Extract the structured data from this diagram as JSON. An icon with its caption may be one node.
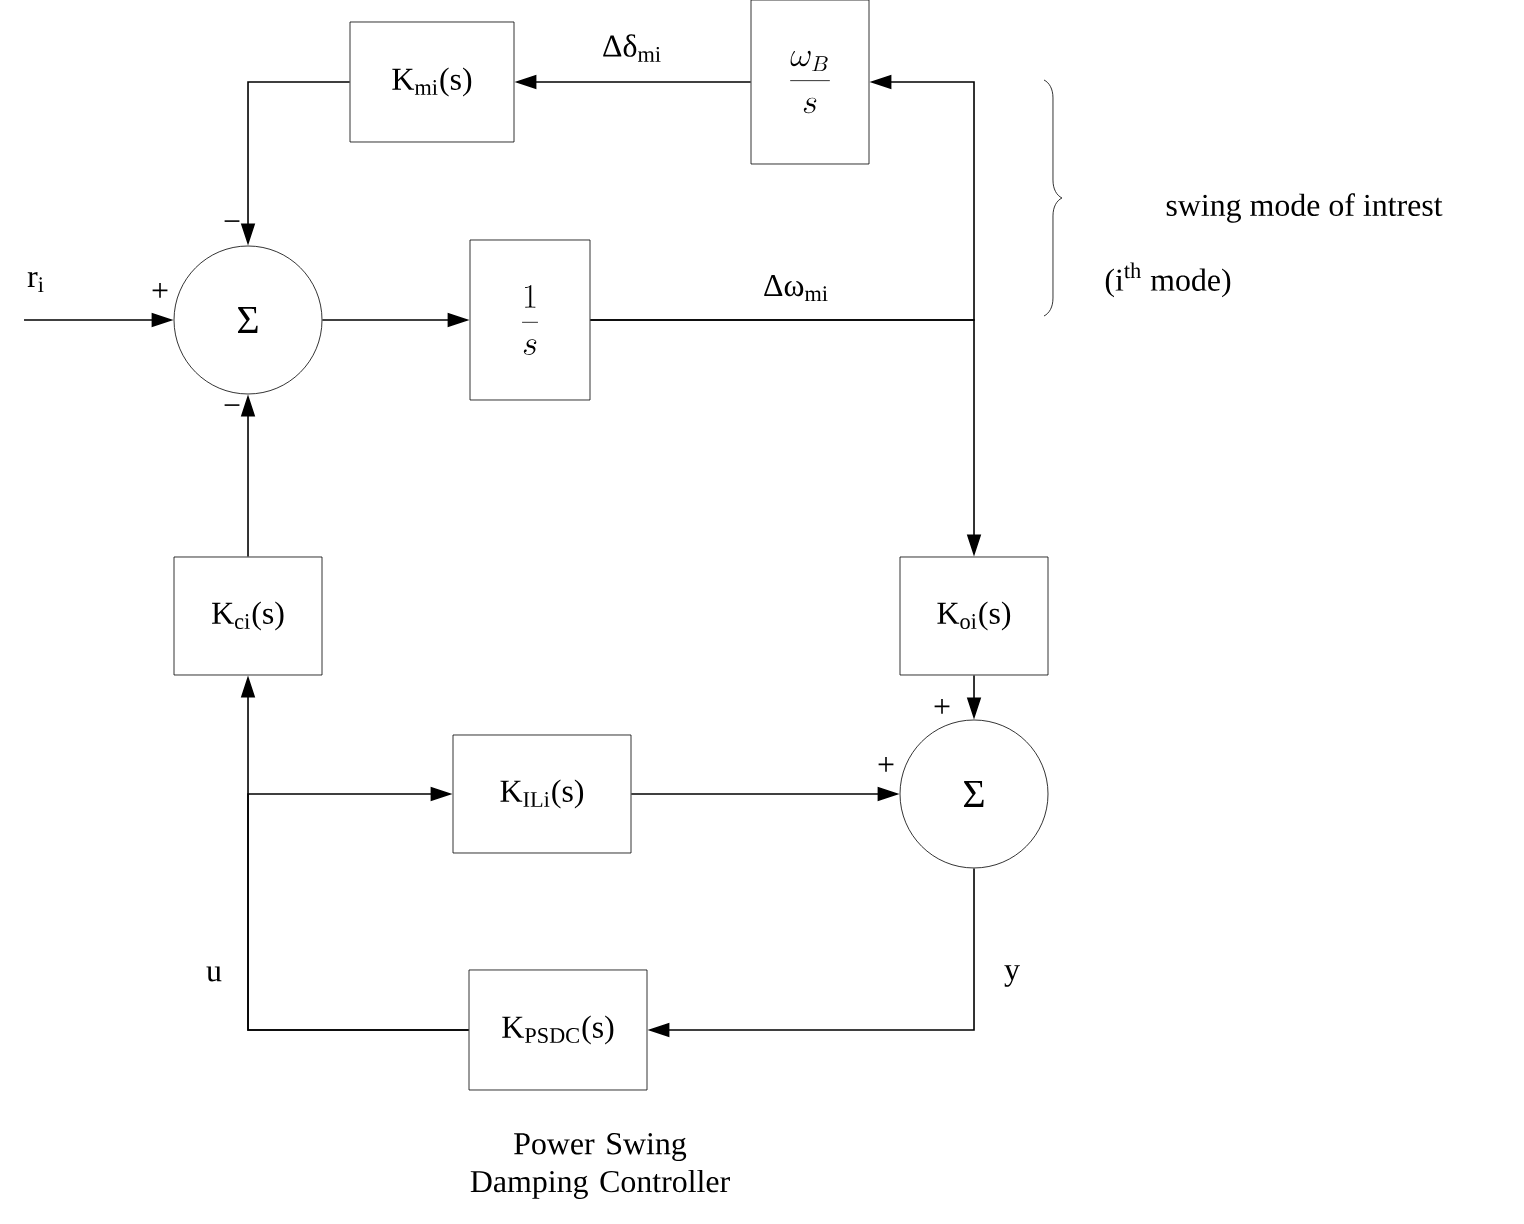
{
  "diagram": {
    "nodes": [
      {
        "text": [
          "Σ"
        ]
      },
      {
        "text": [
          "K$_{mi}$(s)"
        ]
      },
      {
        "text": [
          "\\frac{\\omega_B}{s}"
        ]
      },
      {
        "text": [
          "\\frac{1}{s}"
        ]
      },
      {
        "text": [
          "K$_{ci}$(s)"
        ]
      },
      {
        "text": [
          "K$_{oi}$(s)"
        ]
      },
      {
        "text": [
          "K$_{ILi}$(s)"
        ]
      },
      {
        "text": [
          "Σ"
        ]
      },
      {
        "text": [
          "K$_{PSDC}$(s)"
        ],
        "beside": [
          "Power Swing Damping Controller"
        ]
      }
    ],
    "edges": [
      {
        "from": null,
        "to": 0,
        "arrow": "to",
        "label": "r$_{i}$"
      },
      {
        "from": 0,
        "to": 3,
        "arrow": "to"
      },
      {
        "from": 3,
        "to": 2,
        "arrow": "to",
        "label": "Δω$_{mi}$"
      },
      {
        "from": 3,
        "to": 5,
        "arrow": "to"
      },
      {
        "from": 2,
        "to": 1,
        "arrow": "to",
        "label": "Δδ$_{mi}$"
      },
      {
        "from": 1,
        "to": 0,
        "arrow": "to"
      },
      {
        "from": 4,
        "to": 0,
        "arrow": "to"
      },
      {
        "from": 8,
        "to": 4,
        "arrow": "to",
        "label": "u"
      },
      {
        "from": 8,
        "to": 6,
        "arrow": "to"
      },
      {
        "from": 6,
        "to": 7,
        "arrow": "to"
      },
      {
        "from": 5,
        "to": 7,
        "arrow": "to"
      },
      {
        "from": 7,
        "to": 8,
        "arrow": "to",
        "label": "y"
      }
    ],
    "labels": [
      "swing mode of intrest",
      "−",
      "(i$^{th}$ mode)",
      "+",
      "−",
      "+",
      "+"
    ]
  }
}
